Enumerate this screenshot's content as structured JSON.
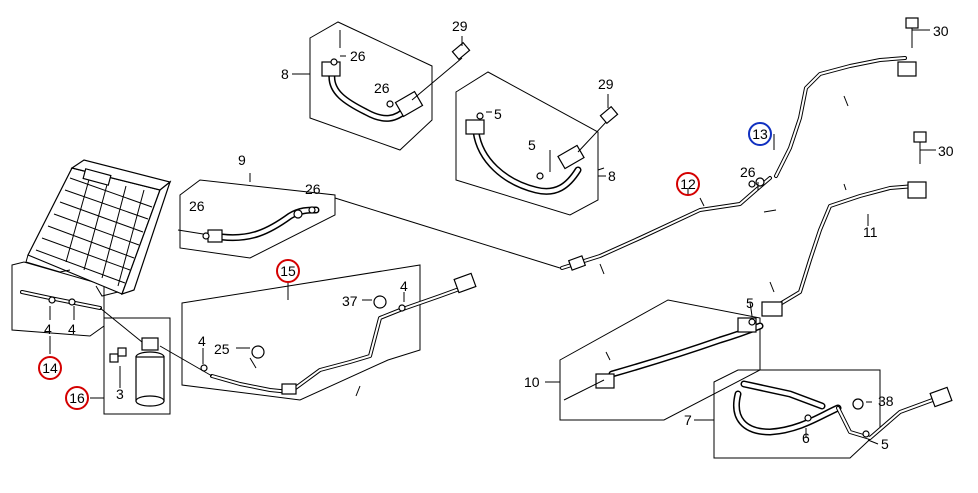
{
  "labels": {
    "p3": "3",
    "p4a": "4",
    "p4b": "4",
    "p4c": "4",
    "p4d": "4",
    "p5a": "5",
    "p5b": "5",
    "p5c": "5",
    "p5d": "5",
    "p6": "6",
    "p7": "7",
    "p8a": "8",
    "p8b": "8",
    "p9": "9",
    "p10": "10",
    "p11": "11",
    "p12": "12",
    "p13": "13",
    "p14": "14",
    "p15": "15",
    "p16": "16",
    "p25": "25",
    "p26a": "26",
    "p26b": "26",
    "p26c": "26",
    "p26d": "26",
    "p26e": "26",
    "p29a": "29",
    "p29b": "29",
    "p30a": "30",
    "p30b": "30",
    "p37": "37",
    "p38": "38"
  },
  "colors": {
    "ink": "#000000",
    "highlight_red": "#d40000",
    "highlight_blue": "#1030c0",
    "background": "#ffffff"
  }
}
